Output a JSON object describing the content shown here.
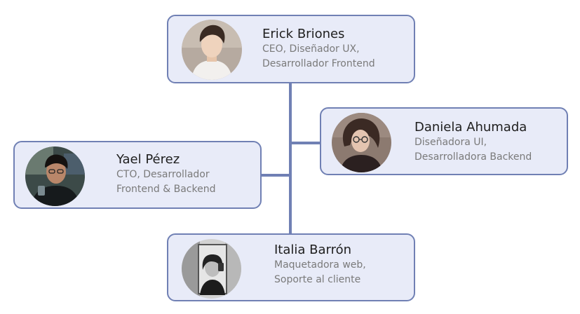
{
  "colors": {
    "card_fill": "#e8ebf8",
    "card_border": "#7080b4",
    "connector": "#7080b4",
    "name_text": "#1e1e1e",
    "role_text": "#7a7a7a"
  },
  "members": {
    "erick": {
      "name": "Erick Briones",
      "role_line1": "CEO, Diseñador UX,",
      "role_line2": "Desarrollador Frontend"
    },
    "daniela": {
      "name": "Daniela Ahumada",
      "role_line1": "Diseñadora UI,",
      "role_line2": "Desarrolladora Backend"
    },
    "yael": {
      "name": "Yael Pérez",
      "role_line1": "CTO, Desarrollador",
      "role_line2": "Frontend & Backend"
    },
    "italia": {
      "name": "Italia Barrón",
      "role_line1": "Maquetadora web,",
      "role_line2": "Soporte al cliente"
    }
  }
}
